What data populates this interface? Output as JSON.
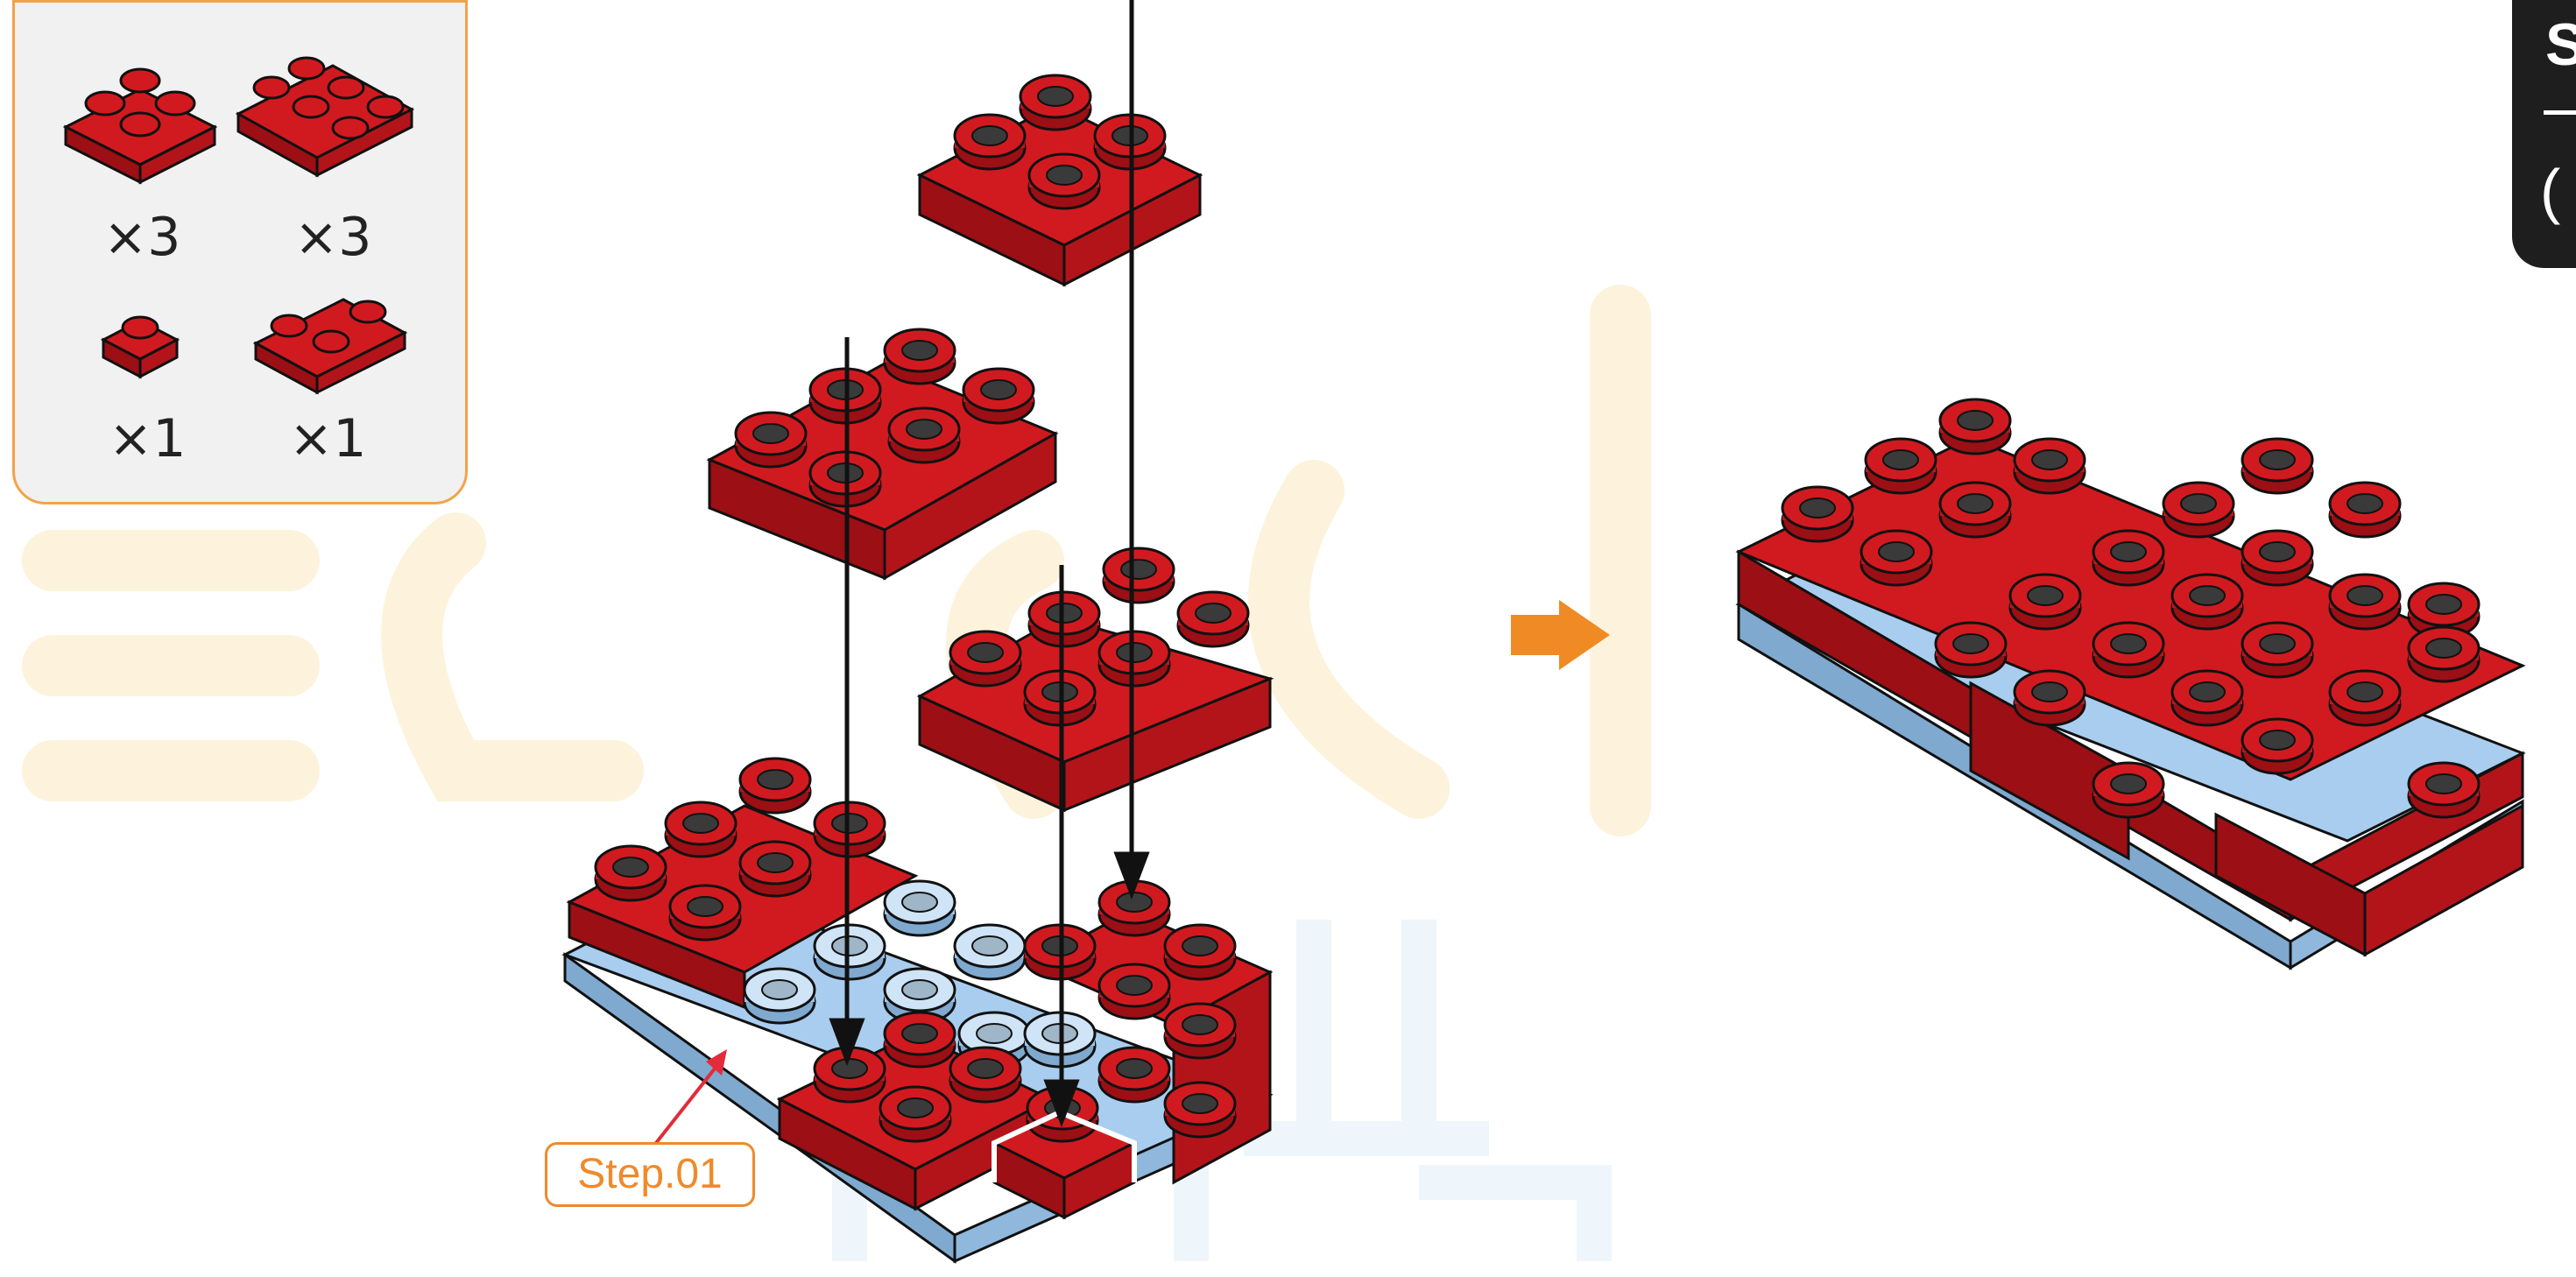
{
  "parts_list": {
    "items": [
      {
        "part": "2x2 red plate",
        "quantity": "×3"
      },
      {
        "part": "2x3 red plate",
        "quantity": "×3"
      },
      {
        "part": "1x1 red plate",
        "quantity": "×1"
      },
      {
        "part": "1x2 red plate",
        "quantity": "×1"
      }
    ]
  },
  "callout": {
    "label": "Step.01"
  },
  "step_tab": {
    "label": "S",
    "sub": "("
  },
  "colors": {
    "brick_red": "#d11a1f",
    "brick_red_dark": "#9c0f14",
    "base_blue": "#a9cdee",
    "accent_orange": "#f08a24",
    "panel_border": "#f2a34a"
  },
  "icons": [
    "arrow-right-icon",
    "down-arrow-icon",
    "pointer-arrow-icon"
  ]
}
